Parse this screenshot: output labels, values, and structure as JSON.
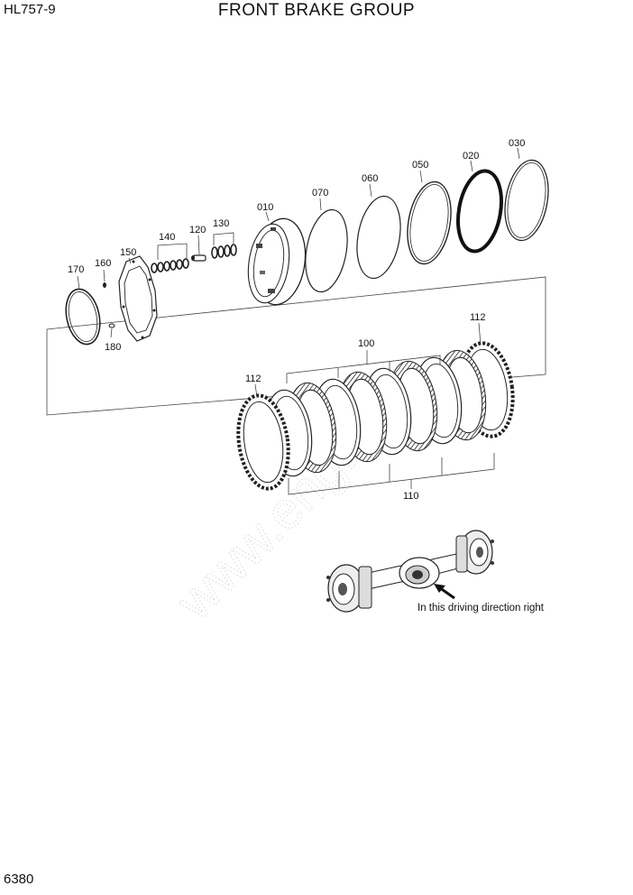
{
  "header": {
    "model": "HL757-9",
    "title": "FRONT BRAKE GROUP"
  },
  "footer": {
    "page_number": "6380"
  },
  "watermark": "www.eng...",
  "callouts": {
    "p010": "010",
    "p020": "020",
    "p030": "030",
    "p050": "050",
    "p060": "060",
    "p070": "070",
    "p100": "100",
    "p110": "110",
    "p112a": "112",
    "p112b": "112",
    "p120": "120",
    "p130": "130",
    "p140": "140",
    "p150": "150",
    "p160": "160",
    "p170": "170",
    "p180": "180"
  },
  "axle_note": "In this driving direction right"
}
